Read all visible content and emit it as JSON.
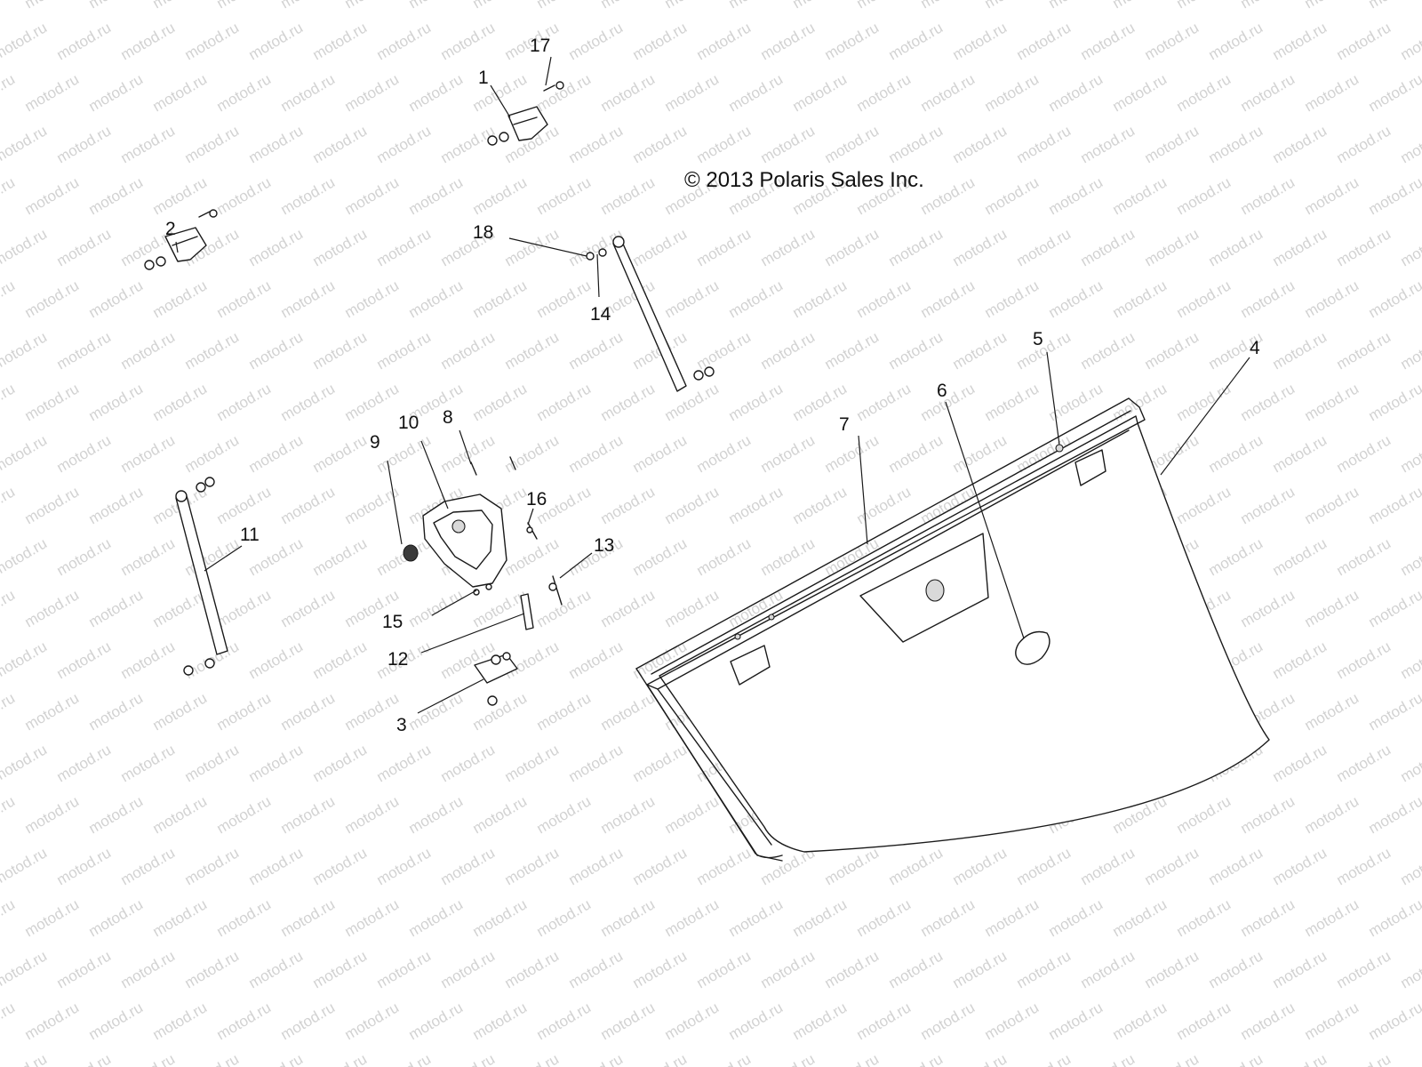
{
  "copyright": "© 2013 Polaris Sales Inc.",
  "watermark": {
    "text": "motod.ru"
  },
  "callouts": [
    {
      "id": "1",
      "label": "1"
    },
    {
      "id": "2",
      "label": "2"
    },
    {
      "id": "3",
      "label": "3"
    },
    {
      "id": "4",
      "label": "4"
    },
    {
      "id": "5",
      "label": "5"
    },
    {
      "id": "6",
      "label": "6"
    },
    {
      "id": "7",
      "label": "7"
    },
    {
      "id": "8",
      "label": "8"
    },
    {
      "id": "9",
      "label": "9"
    },
    {
      "id": "10",
      "label": "10"
    },
    {
      "id": "11",
      "label": "11"
    },
    {
      "id": "12",
      "label": "12"
    },
    {
      "id": "13",
      "label": "13"
    },
    {
      "id": "14",
      "label": "14"
    },
    {
      "id": "15",
      "label": "15"
    },
    {
      "id": "16",
      "label": "16"
    },
    {
      "id": "17",
      "label": "17"
    },
    {
      "id": "18",
      "label": "18"
    }
  ]
}
